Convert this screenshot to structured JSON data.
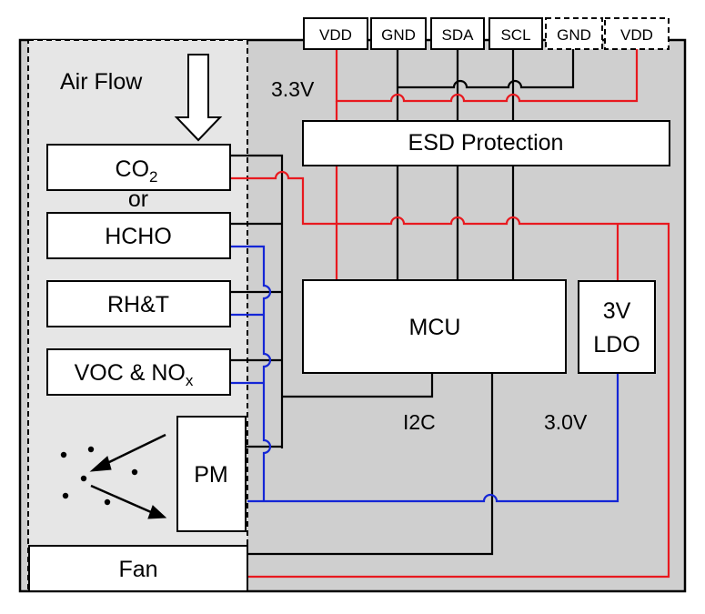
{
  "diagram": {
    "pins": [
      {
        "label": "VDD",
        "style": "solid"
      },
      {
        "label": "GND",
        "style": "solid"
      },
      {
        "label": "SDA",
        "style": "solid"
      },
      {
        "label": "SCL",
        "style": "solid"
      },
      {
        "label": "GND",
        "style": "dashed"
      },
      {
        "label": "VDD",
        "style": "dashed"
      }
    ],
    "airflow_label": "Air Flow",
    "co2": {
      "main": "CO",
      "sub": "2"
    },
    "or_label": "or",
    "hcho_label": "HCHO",
    "rht_label": "RH&T",
    "voc": {
      "main": "VOC & NO",
      "sub": "x"
    },
    "pm_label": "PM",
    "fan_label": "Fan",
    "esd_label": "ESD Protection",
    "mcu_label": "MCU",
    "ldo_line1": "3V",
    "ldo_line2": "LDO",
    "v33_label": "3.3V",
    "v30_label": "3.0V",
    "i2c_label": "I2C",
    "colors": {
      "power_3v3": "#e8191f",
      "power_3v0": "#1426d6",
      "signal": "#000000",
      "board": "#cfcfcf",
      "sensor_zone": "#e6e6e6"
    }
  }
}
